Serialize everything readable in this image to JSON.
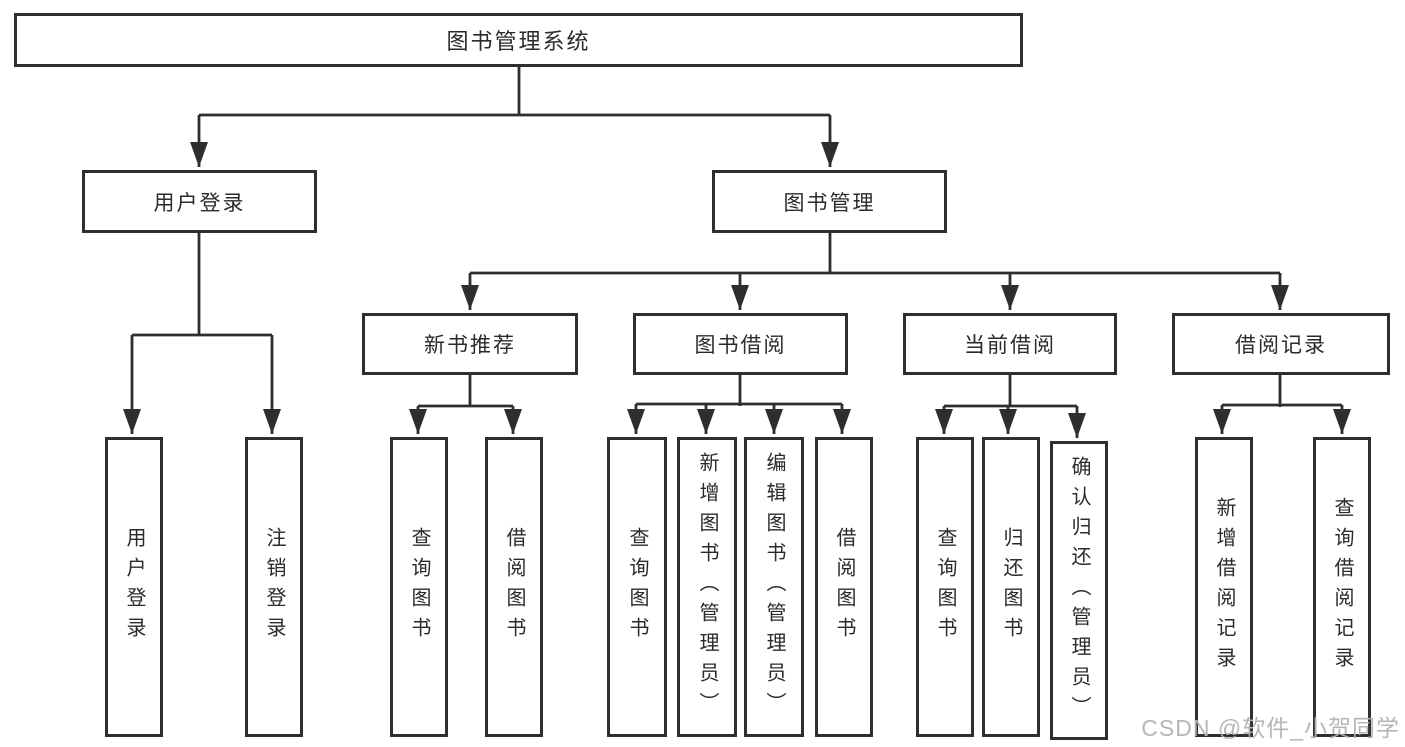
{
  "diagram": {
    "type": "hierarchy-tree",
    "line_color": "#2e2e2e",
    "background": "#ffffff"
  },
  "tree": {
    "root": "图书管理系统",
    "children": [
      {
        "label": "用户登录",
        "children": [
          "用户登录",
          "注销登录"
        ]
      },
      {
        "label": "图书管理",
        "children": [
          {
            "label": "新书推荐",
            "children": [
              "查询图书",
              "借阅图书"
            ]
          },
          {
            "label": "图书借阅",
            "children": [
              "查询图书",
              "新增图书（管理员）",
              "编辑图书（管理员）",
              "借阅图书"
            ]
          },
          {
            "label": "当前借阅",
            "children": [
              "查询图书",
              "归还图书",
              "确认归还（管理员）"
            ]
          },
          {
            "label": "借阅记录",
            "children": [
              "新增借阅记录",
              "查询借阅记录"
            ]
          }
        ]
      }
    ]
  },
  "watermark": "CSDN @软件_小贺同学"
}
